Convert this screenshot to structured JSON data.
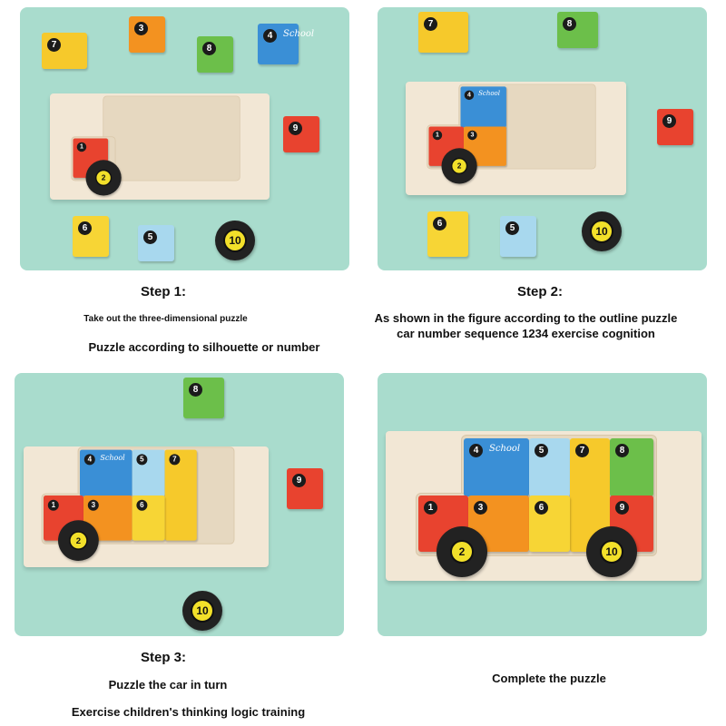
{
  "colors": {
    "background": "#ffffff",
    "panel": "#a9dccd",
    "board": "#f2e7d5"
  },
  "piece_colors": {
    "1": "#e8432f",
    "2": "#222222",
    "3": "#f39220",
    "4": "#3a8fd6",
    "5": "#a8d8ee",
    "6": "#f7d535",
    "7": "#f6c92b",
    "8": "#6cbf4a",
    "9": "#e8432f",
    "10": "#222222"
  },
  "school_label": "School",
  "panels": [
    {
      "placed": [
        "1",
        "2"
      ],
      "loose": [
        "7",
        "3",
        "8",
        "4",
        "9",
        "6",
        "5",
        "10"
      ]
    },
    {
      "placed": [
        "1",
        "2",
        "3",
        "4"
      ],
      "loose": [
        "7",
        "8",
        "9",
        "6",
        "5",
        "10"
      ]
    },
    {
      "placed": [
        "1",
        "2",
        "3",
        "4",
        "5",
        "6",
        "7"
      ],
      "loose": [
        "8",
        "9",
        "10"
      ]
    },
    {
      "placed": [
        "1",
        "2",
        "3",
        "4",
        "5",
        "6",
        "7",
        "8",
        "9",
        "10"
      ],
      "loose": []
    }
  ],
  "steps": [
    {
      "title": "Step 1:",
      "lines": [
        "Take out the three-dimensional puzzle",
        "Puzzle according to silhouette or number"
      ]
    },
    {
      "title": "Step 2:",
      "lines": [
        "As shown in the figure according to the outline puzzle car number sequence 1234 exercise cognition"
      ]
    },
    {
      "title": "Step 3:",
      "lines": [
        "Puzzle the car in turn",
        "Exercise children's thinking logic training"
      ]
    },
    {
      "title": "",
      "lines": [
        "Complete the puzzle"
      ]
    }
  ]
}
